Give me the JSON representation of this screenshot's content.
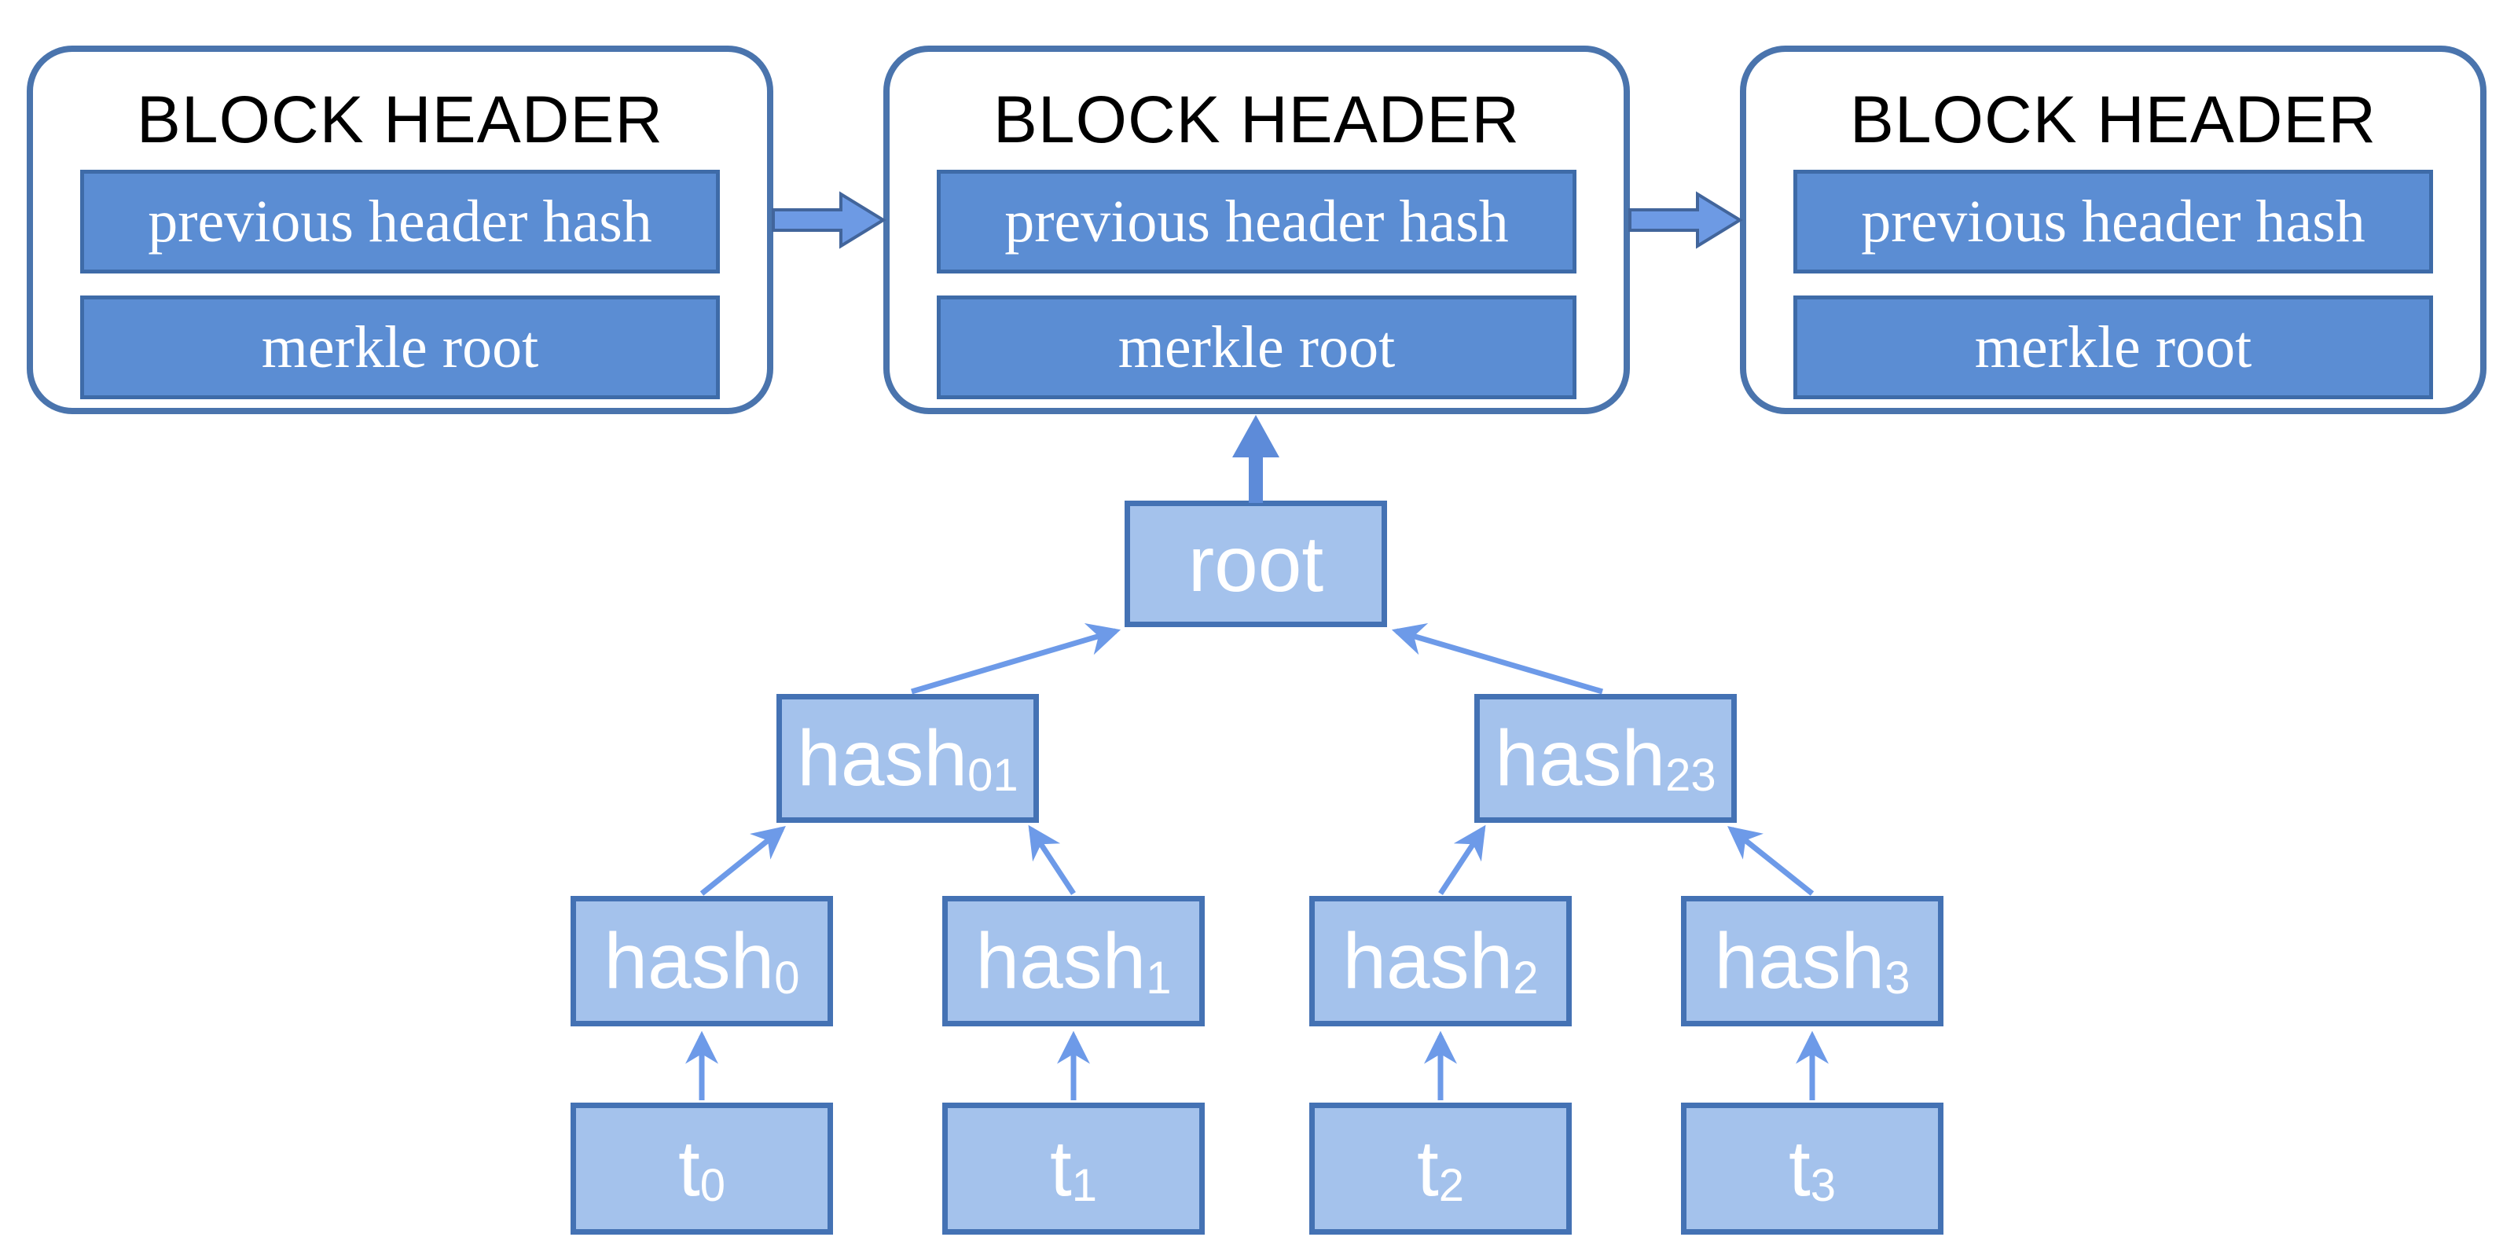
{
  "blocks": [
    {
      "title": "BLOCK HEADER",
      "fields": [
        "previous header hash",
        "merkle root"
      ]
    },
    {
      "title": "BLOCK HEADER",
      "fields": [
        "previous header hash",
        "merkle root"
      ]
    },
    {
      "title": "BLOCK HEADER",
      "fields": [
        "previous header hash",
        "merkle root"
      ]
    }
  ],
  "merkle_tree": {
    "root": {
      "base": "root",
      "sub": ""
    },
    "internal": [
      {
        "base": "hash",
        "sub": "01"
      },
      {
        "base": "hash",
        "sub": "23"
      }
    ],
    "leaf_hashes": [
      {
        "base": "hash",
        "sub": "0"
      },
      {
        "base": "hash",
        "sub": "1"
      },
      {
        "base": "hash",
        "sub": "2"
      },
      {
        "base": "hash",
        "sub": "3"
      }
    ],
    "transactions": [
      {
        "base": "t",
        "sub": "0"
      },
      {
        "base": "t",
        "sub": "1"
      },
      {
        "base": "t",
        "sub": "2"
      },
      {
        "base": "t",
        "sub": "3"
      }
    ]
  },
  "colors": {
    "background": "#ffffff",
    "block_border": "#4a74ad",
    "bar_fill": "#5b8dd3",
    "bar_border": "#3e6ba8",
    "bar_text": "#ffffff",
    "title_text": "#000000",
    "node_fill": "#a4c2ec",
    "node_border": "#4472b4",
    "node_text": "#ffffff",
    "tree_arrow": "#6d9ae8",
    "root_arrow": "#5d8bd9",
    "chain_arrow_fill": "#6d9ae4",
    "chain_arrow_border": "#42659b"
  }
}
